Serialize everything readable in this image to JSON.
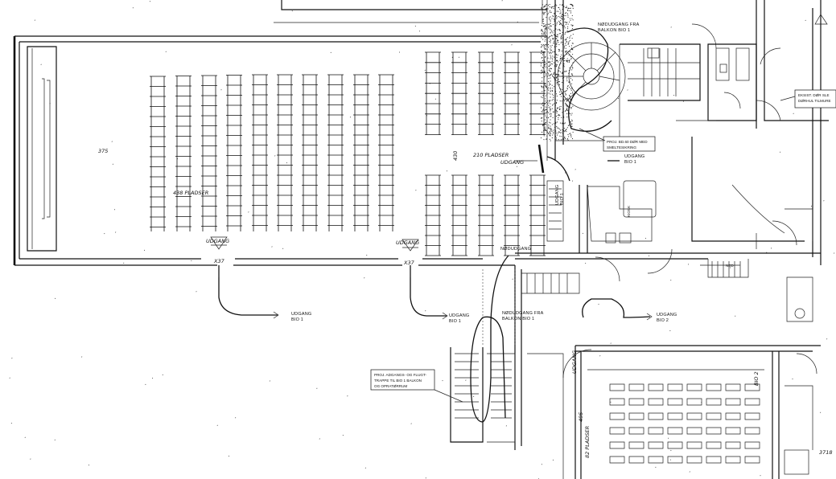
{
  "labels": {
    "nodudgang_balkon_top": [
      "NØDUDGANG FRA",
      "BALKON BIO 1"
    ],
    "eksist_door": [
      "EKSIST. DØR SLE",
      "DØRHUL TILMURE"
    ],
    "proj_door": [
      "PROJ. BD.60 DØR MED",
      "SMELTESIKRING"
    ],
    "pladser_210": "210 PLADSER",
    "udgang_center": "UDGANG",
    "udgang_bio1_center": [
      "UDGANG",
      "BIO 1"
    ],
    "pladser_438": "438 PLADSER",
    "udgang_left_marker": "UDGANG",
    "udgang_right_marker": "UDGANG",
    "size_left": "X37",
    "size_right": "X37",
    "udgang_bio1_left": [
      "UDGANG",
      "BIO 1"
    ],
    "udgang_bio1_mid": [
      "UDGANG",
      "BIO 1"
    ],
    "nodudgang_mid": "NØDUDGANG",
    "nodudgang_balkon_lower": [
      "NØDUDGANG FRA",
      "BALKON BIO 1"
    ],
    "udgang_bio1_right": [
      "UDGANG",
      "BIO 1"
    ],
    "udgang_bio2": [
      "UDGANG",
      "BIO 2"
    ],
    "proj_stair": [
      "PROJ. ADGANGS- OG FLUGT-",
      "TRAPPE TIL BIO 1 BALKON",
      "OG OPRATØRRUM"
    ],
    "kiosk": "KIOSK",
    "ned": "NED",
    "dim_375": "375",
    "dim_430": "430",
    "pladser_82": "82 PLADSER",
    "udgang_small": "UDGANG",
    "dim_495": "495",
    "bio2_label": "BIO 2",
    "bottom_right_note": "3718"
  }
}
